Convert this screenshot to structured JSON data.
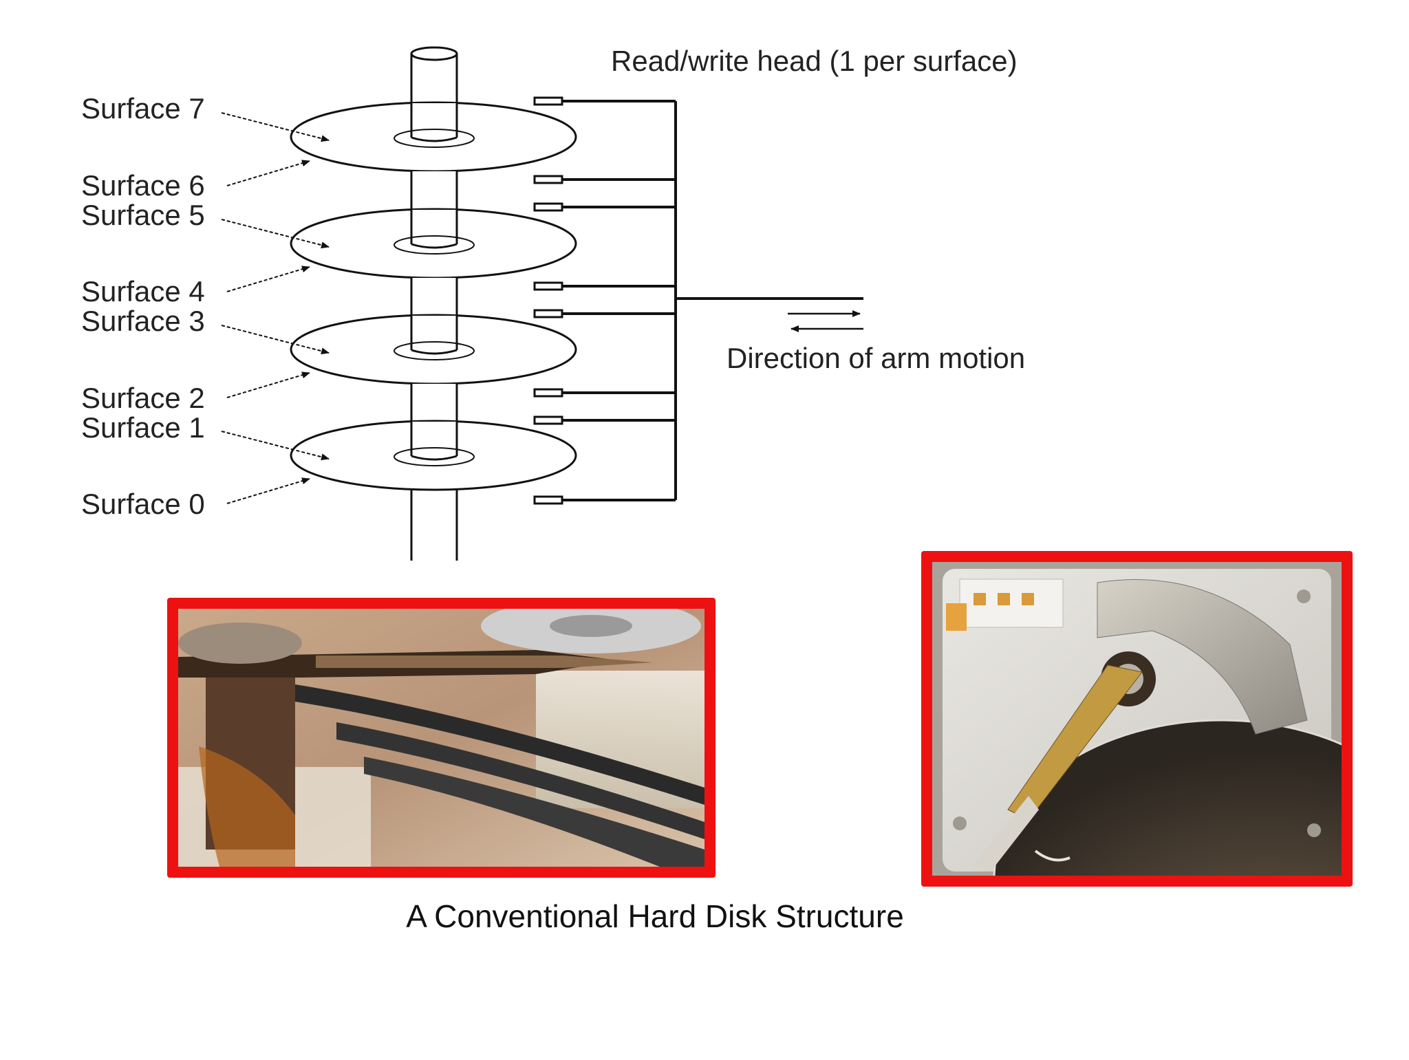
{
  "diagram": {
    "head_label": "Read/write head (1 per surface)",
    "motion_label": "Direction of arm motion",
    "surfaces": [
      "Surface 7",
      "Surface 6",
      "Surface 5",
      "Surface 4",
      "Surface 3",
      "Surface 2",
      "Surface 1",
      "Surface 0"
    ]
  },
  "caption": "A Conventional Hard Disk Structure",
  "colors": {
    "frame": "#ee1111",
    "line": "#111111"
  }
}
